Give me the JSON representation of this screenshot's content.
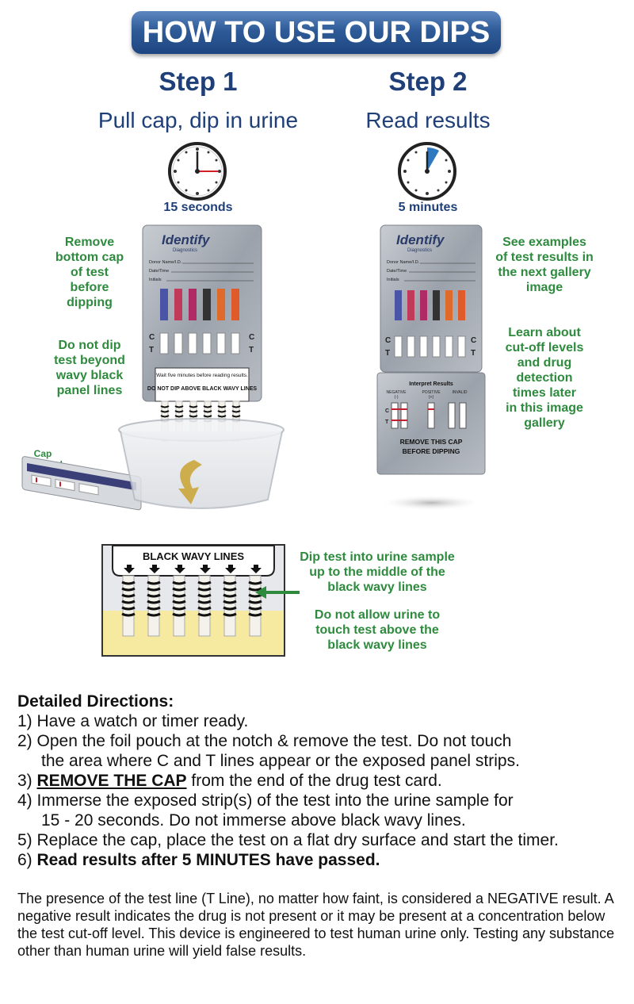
{
  "banner": "HOW TO USE OUR DIPS",
  "step1": {
    "title": "Step 1",
    "subtitle": "Pull cap, dip in urine",
    "clock_label": "15 seconds"
  },
  "step2": {
    "title": "Step 2",
    "subtitle": "Read results",
    "clock_label": "5 minutes"
  },
  "card": {
    "brand": "Identify",
    "brand_sub": "Diagnostics",
    "field_donor": "Donor Name/I.D.",
    "field_date": "Date/Time",
    "field_initials": "Initials",
    "label_c": "C",
    "label_t": "T",
    "wait_text": "Wait five minutes before reading results.",
    "do_not_dip": "DO NOT DIP ABOVE BLACK WAVY LINES",
    "interpret_title": "Interpret Results",
    "negative": "NEGATIVE",
    "negative_sign": "(-)",
    "positive": "POSITIVE",
    "positive_sign": "(+)",
    "invalid": "INVALID",
    "remove_cap_line1": "REMOVE THIS CAP",
    "remove_cap_line2": "BEFORE DIPPING"
  },
  "notes_left": {
    "remove_cap": [
      "Remove",
      "bottom cap",
      "of test",
      "before",
      "dipping"
    ],
    "do_not_dip": [
      "Do not dip",
      "test beyond",
      "wavy black",
      "panel lines"
    ],
    "cap_removed": [
      "Cap",
      "removed"
    ]
  },
  "notes_right": {
    "examples": [
      "See examples",
      "of test results in",
      "the next gallery",
      "image"
    ],
    "learn": [
      "Learn about",
      "cut-off levels",
      "and drug",
      "detection",
      "times later",
      "in this image",
      "gallery"
    ]
  },
  "closeup": {
    "header": "BLACK WAVY LINES",
    "note1": [
      "Dip test into urine sample",
      "up to the middle of the",
      "black wavy lines"
    ],
    "note2": [
      "Do not allow urine to",
      "touch test above the",
      "black wavy lines"
    ]
  },
  "directions": {
    "title": "Detailed Directions:",
    "s1": "1) Have a watch or timer ready.",
    "s2a": "2) Open the foil pouch at the notch & remove the test. Do not touch",
    "s2b": "the area where C and T lines appear or the exposed panel strips.",
    "s3_prefix": "3) ",
    "s3_bold": "REMOVE THE CAP",
    "s3_rest": " from the end of the drug test card.",
    "s4a": "4) Immerse the exposed strip(s) of the test into the urine sample for",
    "s4b": "15 - 20 seconds. Do not immerse above black wavy lines.",
    "s5": "5) Replace the cap, place the test on a flat dry surface and start the timer.",
    "s6_prefix": "6) ",
    "s6_bold": "Read results after 5 MINUTES have passed."
  },
  "disclaimer": "The presence of the test line (T Line), no matter how faint, is considered a NEGATIVE result. A negative result indicates the drug is not present or it may be present at a concentration below the test cut-off level. This device is engineered to test human urine only. Testing any substance other than human urine will yield false results.",
  "colors": {
    "banner": "#2e5b98",
    "title_blue": "#1e3f78",
    "note_green": "#2e8b3e",
    "card_gray": "#a4aab3",
    "urine": "#f6eaa0",
    "strip_colors": [
      "#4a55a8",
      "#c23a5a",
      "#b02a66",
      "#333333",
      "#e06a2a",
      "#e05a2a"
    ]
  }
}
